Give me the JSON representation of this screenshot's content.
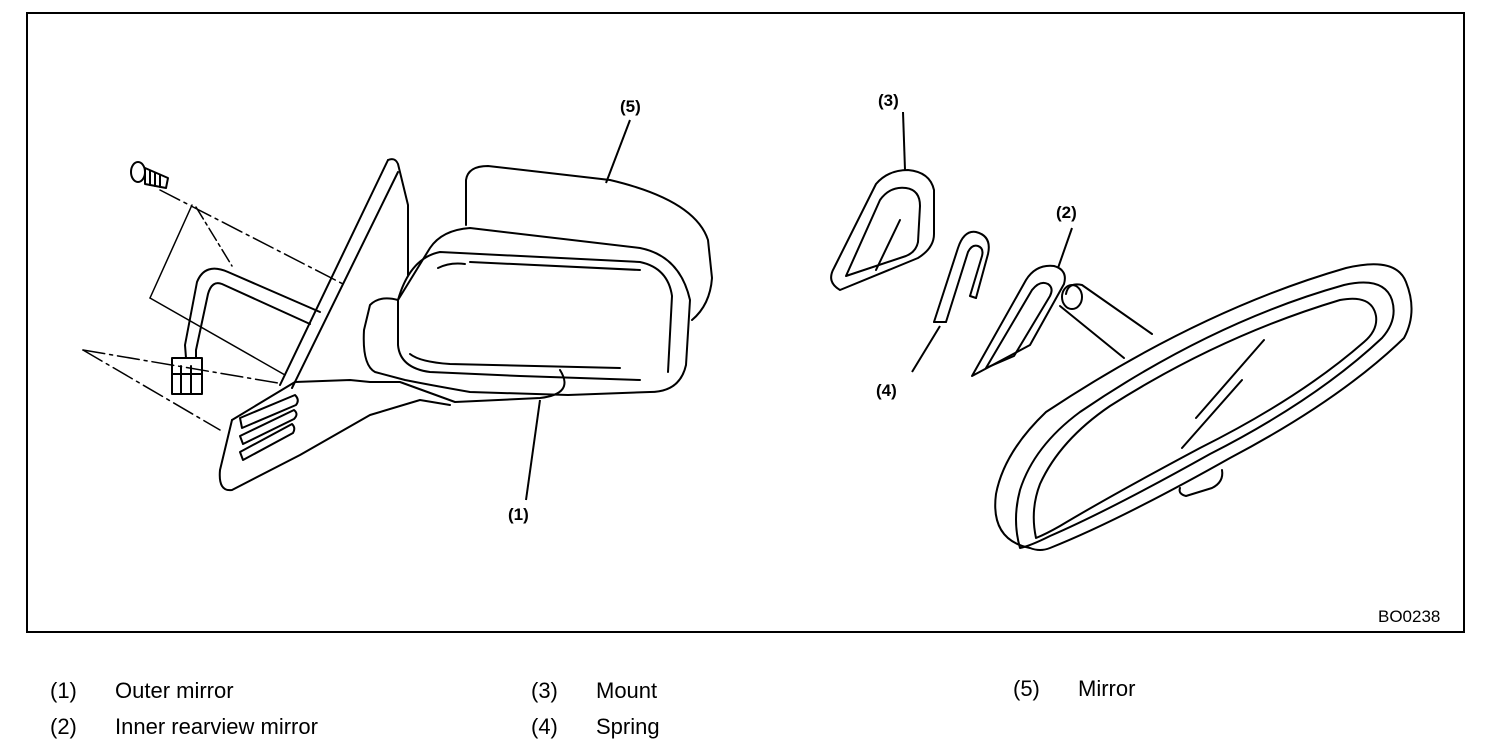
{
  "figure": {
    "id": "BO0238",
    "callouts": {
      "outer_mirror": "(1)",
      "inner_mirror": "(2)",
      "mount": "(3)",
      "spring": "(4)",
      "mirror": "(5)"
    }
  },
  "legend": [
    {
      "num": "(1)",
      "label": "Outer mirror"
    },
    {
      "num": "(2)",
      "label": "Inner rearview mirror"
    },
    {
      "num": "(3)",
      "label": "Mount"
    },
    {
      "num": "(4)",
      "label": "Spring"
    },
    {
      "num": "(5)",
      "label": "Mirror"
    }
  ]
}
